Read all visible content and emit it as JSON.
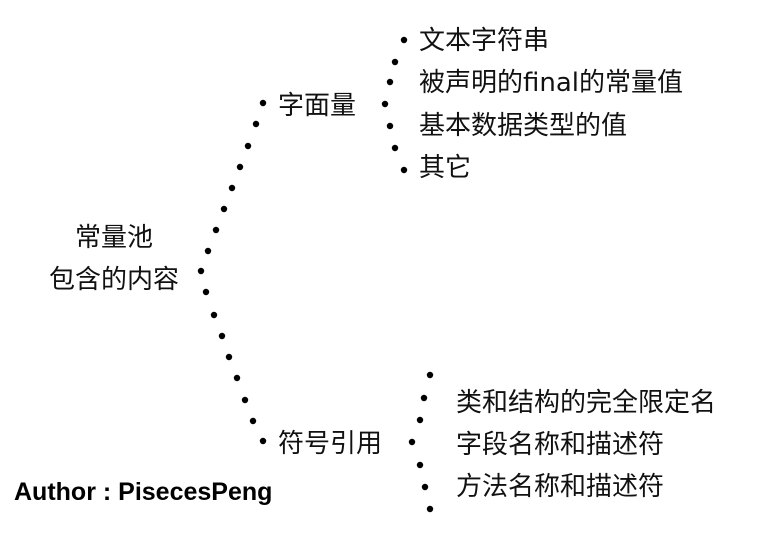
{
  "root": {
    "line1": "常量池",
    "line2": "包含的内容"
  },
  "branches": [
    {
      "label": "字面量",
      "children": [
        "文本字符串",
        "被声明的final的常量值",
        "基本数据类型的值",
        "其它"
      ]
    },
    {
      "label": "符号引用",
      "children": [
        "类和结构的完全限定名",
        "字段名称和描述符",
        "方法名称和描述符"
      ]
    }
  ],
  "author": "Author : PisecesPeng",
  "colors": {
    "text": "#111111",
    "dot": "#000000"
  }
}
